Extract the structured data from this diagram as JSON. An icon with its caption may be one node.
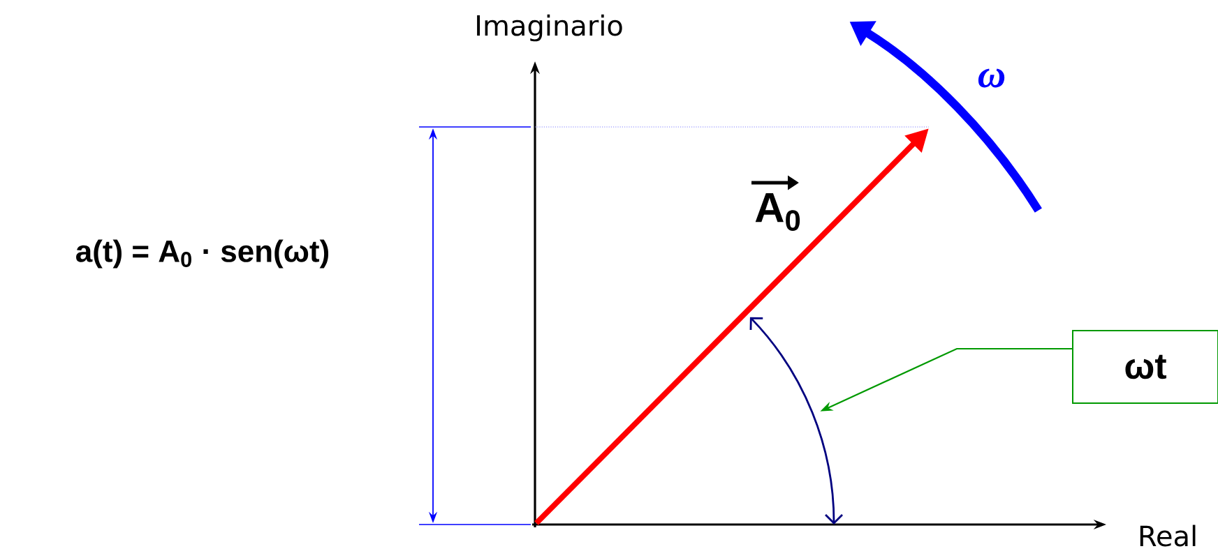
{
  "diagram": {
    "nodes": [
      {
        "text": [
          "ωt"
        ]
      },
      {
        "text": [],
        "shape": "arc"
      }
    ],
    "edges": [
      {
        "from": 0,
        "to": 1,
        "arrow": "to"
      }
    ],
    "labels": [
      "Imaginario",
      "Real",
      "a(t) = A$_{0}$ · sen(ωt)",
      "A$_{0}$",
      "ω"
    ]
  }
}
